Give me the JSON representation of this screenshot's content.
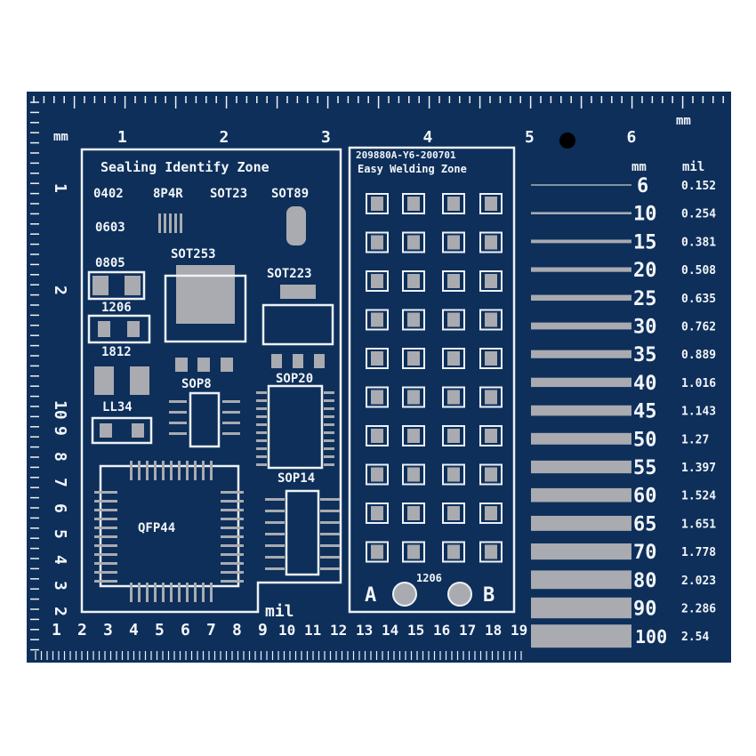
{
  "board": {
    "color": "#0d2f5a",
    "silk": "#eef1f6",
    "pad": "#a9abb0",
    "part_code": "209880A-Y6-200701",
    "sealing_zone_title": "Sealing Identify Zone",
    "welding_zone_title": "Easy Welding Zone",
    "top_ruler": {
      "unit_left": "mm",
      "unit_right": "mm",
      "numbers": [
        "1",
        "2",
        "3",
        "4",
        "5",
        "6"
      ]
    },
    "left_ruler_mm": [
      "1",
      "2"
    ],
    "left_ruler_mil": [
      "10",
      "9",
      "8",
      "7",
      "6",
      "5",
      "4",
      "3",
      "2"
    ],
    "bottom_ruler": {
      "unit": "mil",
      "numbers": [
        "1",
        "2",
        "3",
        "4",
        "5",
        "6",
        "7",
        "8",
        "9",
        "10",
        "11",
        "12",
        "13",
        "14",
        "15",
        "16",
        "17",
        "18",
        "19"
      ]
    },
    "components": {
      "c0402": "0402",
      "c8p4r": "8P4R",
      "sot23": "SOT23",
      "sot89": "SOT89",
      "c0603": "0603",
      "c0805": "0805",
      "sot253": "SOT253",
      "sot223": "SOT223",
      "c1206": "1206",
      "c1812": "1812",
      "sop8": "SOP8",
      "sop20": "SOP20",
      "ll34": "LL34",
      "qfp44": "QFP44",
      "sop14": "SOP14",
      "weld_1206": "1206",
      "label_a": "A",
      "label_b": "B"
    },
    "trace_table": {
      "header_mm": "mm",
      "header_mil": "mil",
      "rows": [
        [
          "6",
          "0.152"
        ],
        [
          "10",
          "0.254"
        ],
        [
          "15",
          "0.381"
        ],
        [
          "20",
          "0.508"
        ],
        [
          "25",
          "0.635"
        ],
        [
          "30",
          "0.762"
        ],
        [
          "35",
          "0.889"
        ],
        [
          "40",
          "1.016"
        ],
        [
          "45",
          "1.143"
        ],
        [
          "50",
          "1.27"
        ],
        [
          "55",
          "1.397"
        ],
        [
          "60",
          "1.524"
        ],
        [
          "65",
          "1.651"
        ],
        [
          "70",
          "1.778"
        ],
        [
          "80",
          "2.023"
        ],
        [
          "90",
          "2.286"
        ],
        [
          "100",
          "2.54"
        ]
      ]
    }
  }
}
